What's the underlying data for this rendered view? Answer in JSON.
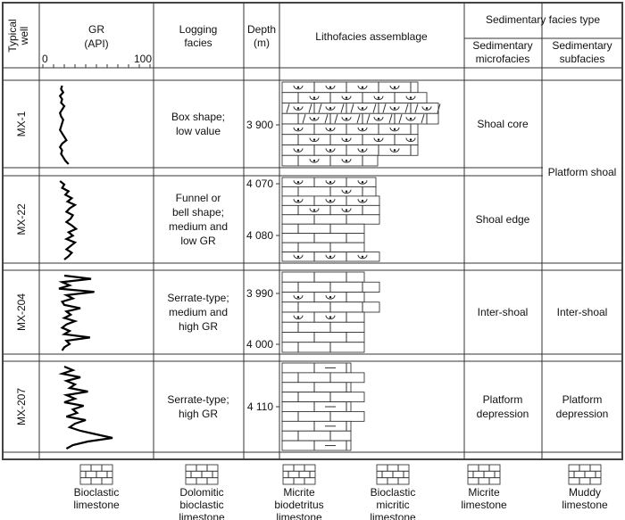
{
  "headers": {
    "typical_well": [
      "Typical",
      "well"
    ],
    "gr": "GR",
    "gr_unit": "(API)",
    "gr_min": "0",
    "gr_max": "100",
    "logging_facies": [
      "Logging",
      "facies"
    ],
    "depth": [
      "Depth",
      "(m)"
    ],
    "lithofacies": "Lithofacies assemblage",
    "sed_type": "Sedimentary facies type",
    "microfacies": [
      "Sedimentary",
      "microfacies"
    ],
    "subfacies": [
      "Sedimentary",
      "subfacies"
    ]
  },
  "wells": [
    {
      "name": "MX-1",
      "logging": [
        "Box shape;",
        "low value"
      ],
      "depths": [
        "3 900"
      ],
      "microfacies": [
        "Shoal core"
      ],
      "gr": [
        18,
        17,
        19,
        16,
        18,
        17,
        20,
        18,
        16,
        17,
        19,
        18,
        17,
        16,
        18,
        20,
        22,
        18,
        16,
        18,
        17,
        19,
        21,
        24
      ],
      "layers": [
        "bioclastic",
        "bioclastic",
        "dolomitic",
        "dolomitic",
        "bioclastic",
        "bioclastic",
        "bioclastic",
        "bioclastic"
      ]
    },
    {
      "name": "MX-22",
      "logging": [
        "Funnel or",
        "bell shape;",
        "medium and",
        "low GR"
      ],
      "depths": [
        "4 070",
        "4 080"
      ],
      "microfacies": [
        "Shoal edge"
      ],
      "gr": [
        16,
        20,
        18,
        24,
        21,
        27,
        23,
        30,
        25,
        22,
        28,
        26,
        22,
        27,
        31,
        24,
        28,
        22,
        30,
        26,
        22,
        27,
        24,
        20
      ],
      "layers": [
        "bioclastic",
        "micrite_bio",
        "bioclastic",
        "bioclastic",
        "micrite",
        "micrite",
        "micrite",
        "micrite",
        "bioclastic"
      ]
    },
    {
      "name": "MX-204",
      "logging": [
        "Serrate-type;",
        "medium and",
        "high GR"
      ],
      "depths": [
        "3 990",
        "4 000"
      ],
      "microfacies": [
        "Inter-shoal"
      ],
      "gr": [
        20,
        45,
        18,
        25,
        15,
        48,
        22,
        28,
        18,
        20,
        35,
        22,
        26,
        20,
        30,
        22,
        18,
        25,
        20,
        44,
        22,
        25,
        20,
        18
      ],
      "layers": [
        "micrite",
        "micrite",
        "bioclastic",
        "micrite",
        "bioclastic",
        "micrite",
        "micrite",
        "micrite"
      ]
    },
    {
      "name": "MX-207",
      "logging": [
        "Serrate-type;",
        "high GR"
      ],
      "depths": [
        "4 110"
      ],
      "microfacies": [
        "Platform",
        "depression"
      ],
      "gr": [
        20,
        28,
        18,
        35,
        22,
        30,
        25,
        42,
        22,
        30,
        20,
        38,
        28,
        32,
        22,
        40,
        30,
        25,
        35,
        50,
        65,
        42,
        28,
        22
      ],
      "layers": [
        "muddy",
        "micrite",
        "micrite",
        "micrite",
        "muddy",
        "micrite",
        "muddy",
        "micrite",
        "muddy"
      ]
    }
  ],
  "subfacies_groups": [
    [
      "Platform shoal"
    ],
    [
      "Inter-shoal"
    ],
    [
      "Platform",
      "depression"
    ]
  ],
  "legend": [
    {
      "type": "bioclastic",
      "label": [
        "Bioclastic",
        "limestone"
      ]
    },
    {
      "type": "dolomitic",
      "label": [
        "Dolomitic",
        "bioclastic",
        "limestone"
      ]
    },
    {
      "type": "micrite_bio",
      "label": [
        "Micrite",
        "biodetritus",
        "limestone"
      ]
    },
    {
      "type": "bio_micritic",
      "label": [
        "Bioclastic",
        "micritic",
        "limestone"
      ]
    },
    {
      "type": "micrite",
      "label": [
        "Micrite",
        "limestone"
      ]
    },
    {
      "type": "muddy",
      "label": [
        "Muddy",
        "limestone"
      ]
    }
  ]
}
